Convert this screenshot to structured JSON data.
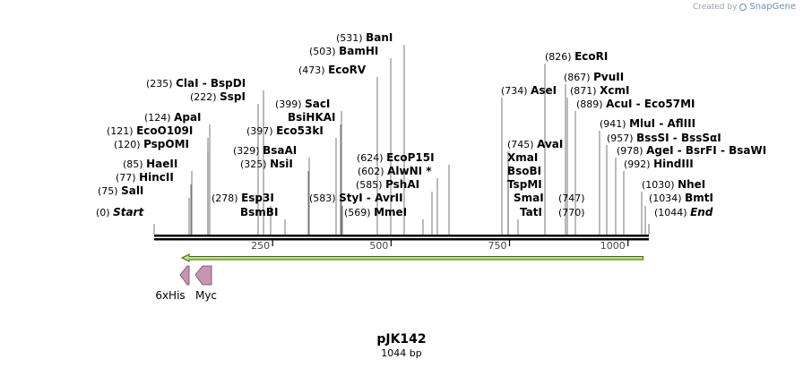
{
  "credit": {
    "prefix": "Created by",
    "brand": "SnapGene"
  },
  "plasmid": {
    "name": "pJK142",
    "length": "1044 bp"
  },
  "sites": [
    {
      "pos": "(0)",
      "label": "Start",
      "italic": true
    },
    {
      "pos": "(75)",
      "label": "SalI"
    },
    {
      "pos": "(77)",
      "label": "HincII"
    },
    {
      "pos": "(85)",
      "label": "HaeII"
    },
    {
      "pos": "(120)",
      "label": "PspOMI"
    },
    {
      "pos": "(121)",
      "label": "EcoO109I"
    },
    {
      "pos": "(124)",
      "label": "ApaI"
    },
    {
      "pos": "(222)",
      "label": "SspI"
    },
    {
      "pos": "(235)",
      "label": "ClaI  - BspDI"
    },
    {
      "pos": "(278)",
      "label": "Esp3I"
    },
    {
      "pos": "",
      "label": "BsmBI"
    },
    {
      "pos": "(325)",
      "label": "NsiI"
    },
    {
      "pos": "(329)",
      "label": "BsaAI"
    },
    {
      "pos": "(397)",
      "label": "Eco53kI"
    },
    {
      "pos": "",
      "label": "BsiHKAI"
    },
    {
      "pos": "(399)",
      "label": "SacI"
    },
    {
      "pos": "(473)",
      "label": "EcoRV"
    },
    {
      "pos": "(503)",
      "label": "BamHI"
    },
    {
      "pos": "(531)",
      "label": "BanI"
    },
    {
      "pos": "(583)",
      "label": "StyI  - AvrII"
    },
    {
      "pos": "(569)",
      "label": "MmeI"
    },
    {
      "pos": "(585)",
      "label": "PshAI"
    },
    {
      "pos": "(602)",
      "label": "AlwNI *"
    },
    {
      "pos": "(624)",
      "label": "EcoP15I"
    },
    {
      "pos": "",
      "label": "TatI"
    },
    {
      "pos": "",
      "label": "SmaI"
    },
    {
      "pos": "",
      "label": "TspMI"
    },
    {
      "pos": "",
      "label": "BsoBI"
    },
    {
      "pos": "",
      "label": "XmaI"
    },
    {
      "pos": "(745)",
      "label": "AvaI"
    },
    {
      "pos": "(734)",
      "label": "AseI"
    },
    {
      "pos": "(747)",
      "label": ""
    },
    {
      "pos": "(770)",
      "label": ""
    },
    {
      "pos": "(826)",
      "label": "EcoRI"
    },
    {
      "pos": "(867)",
      "label": "PvuII"
    },
    {
      "pos": "(871)",
      "label": "XcmI"
    },
    {
      "pos": "(889)",
      "label": "AcuI  - Eco57MI"
    },
    {
      "pos": "(941)",
      "label": "MluI  - AflIII"
    },
    {
      "pos": "(957)",
      "label": "BssSI  - BssSαI"
    },
    {
      "pos": "(978)",
      "label": "AgeI  - BsrFI  - BsaWI"
    },
    {
      "pos": "(992)",
      "label": "HindIII"
    },
    {
      "pos": "(1030)",
      "label": "NheI"
    },
    {
      "pos": "(1034)",
      "label": "BmtI"
    },
    {
      "pos": "(1044)",
      "label": "End",
      "italic": true
    }
  ],
  "ruler_ticks": [
    "250",
    "500",
    "750",
    "1000"
  ],
  "features": [
    {
      "name": "6xHis",
      "start": 55,
      "end": 75,
      "strand": "reverse",
      "color": "#c994b4"
    },
    {
      "name": "Myc",
      "start": 84,
      "end": 114,
      "strand": "reverse",
      "color": "#c994b4"
    },
    {
      "name": "",
      "start": 55,
      "end": 1034,
      "strand": "reverse",
      "color": "#bfe083"
    }
  ]
}
